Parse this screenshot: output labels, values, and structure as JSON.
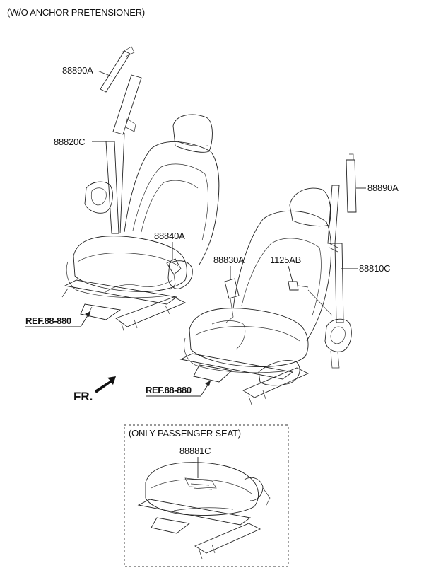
{
  "header": {
    "note": "(W/O ANCHOR PRETENSIONER)"
  },
  "parts": {
    "p88890A_left": "88890A",
    "p88820C": "88820C",
    "p88840A": "88840A",
    "p88830A": "88830A",
    "p1125AB": "1125AB",
    "p88890A_right": "88890A",
    "p88810C": "88810C",
    "p88881C": "88881C"
  },
  "refs": {
    "left": "REF.88-880",
    "right": "REF.88-880"
  },
  "direction": "FR.",
  "inset": {
    "title": "(ONLY PASSENGER SEAT)"
  }
}
